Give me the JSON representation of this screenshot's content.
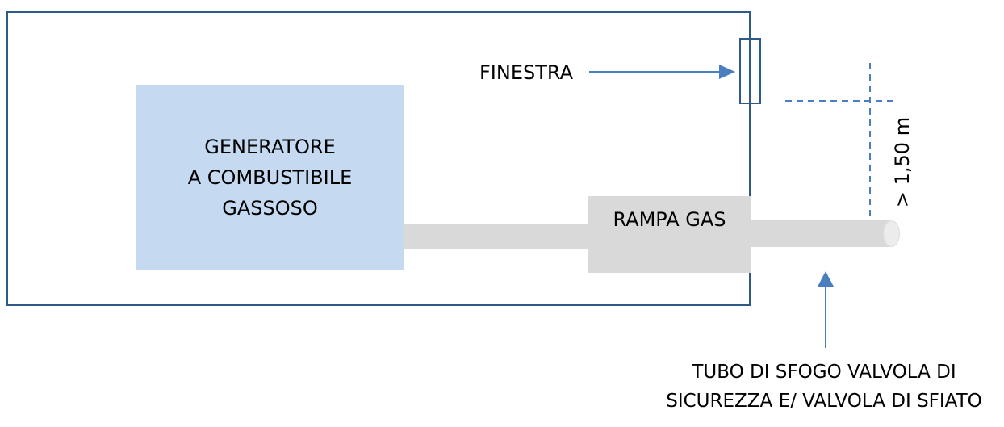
{
  "labels": {
    "finestra": "FINESTRA",
    "generator_line1": "GENERATORE",
    "generator_line2": "A COMBUSTIBILE",
    "generator_line3": "GASSOSO",
    "rampa_gas": "RAMPA GAS",
    "distance": "> 1,50 m",
    "vent_line1": "TUBO DI SFOGO VALVOLA DI",
    "vent_line2": "SICUREZZA E/ VALVOLA DI SFIATO"
  },
  "colors": {
    "wall_stroke": "#2F5A87",
    "arrow_blue": "#4A7EBE",
    "generator_fill": "#C5D9F1",
    "pipe_fill": "#D9D9D9",
    "pipe_cap_fill": "#ECECEC",
    "text_color": "#000000",
    "background": "#FFFFFF"
  }
}
